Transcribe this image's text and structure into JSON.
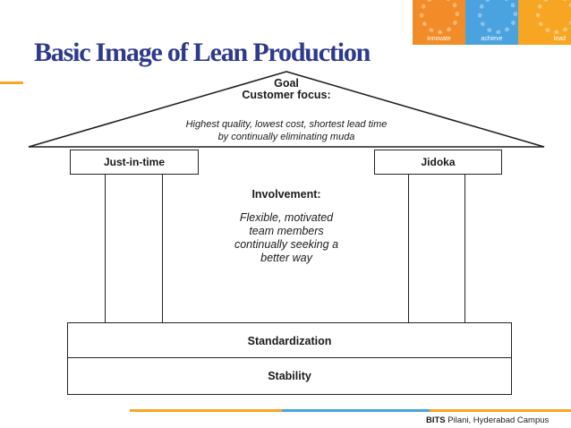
{
  "header": {
    "title": "Basic Image of Lean Production",
    "banner": [
      {
        "label": "innovate",
        "color": "#f28c28"
      },
      {
        "label": "achieve",
        "color": "#4aa3df"
      },
      {
        "label": "lead",
        "color": "#f6a623"
      }
    ]
  },
  "diagram": {
    "roof": {
      "goal": "Goal",
      "focus": "Customer focus:",
      "line1": "Highest quality, lowest cost, shortest lead time",
      "line2": "by continually eliminating muda"
    },
    "left_pillar": "Just-in-time",
    "right_pillar": "Jidoka",
    "center": {
      "heading": "Involvement:",
      "line1": "Flexible, motivated",
      "line2": "team members",
      "line3": "continually seeking a",
      "line4": "better way"
    },
    "foundation_top": "Standardization",
    "foundation_bottom": "Stability"
  },
  "footer": {
    "brand": "BITS",
    "campus": " Pilani, Hyderabad Campus",
    "bar_colors": [
      "#f5a623",
      "#4aa3df",
      "#f5a623"
    ]
  },
  "colors": {
    "title": "#2e3a8c",
    "accent": "#f5a623"
  }
}
